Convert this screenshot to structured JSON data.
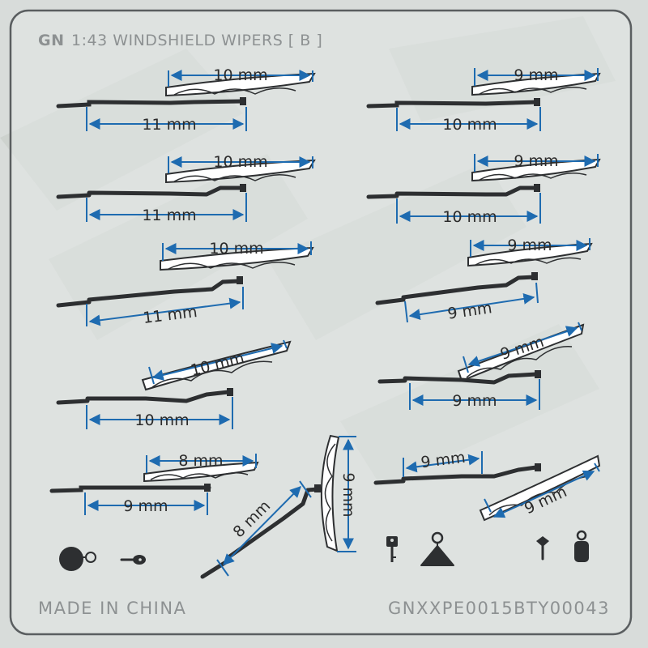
{
  "header": {
    "logo": "GN",
    "title": "1:43 WINDSHIELD WIPERS [ B ]"
  },
  "footer": {
    "origin": "MADE IN CHINA",
    "code": "GNXXPE0015BTY00043"
  },
  "left_sets": [
    {
      "blade_label": "10 mm",
      "arm_label": "11 mm"
    },
    {
      "blade_label": "10 mm",
      "arm_label": "11 mm"
    },
    {
      "blade_label": "10 mm",
      "arm_label": "11 mm"
    },
    {
      "blade_label": "10 mm",
      "arm_label": "10 mm"
    },
    {
      "blade_label": "8 mm",
      "arm_label": "9 mm"
    }
  ],
  "right_sets": [
    {
      "blade_label": "9 mm",
      "arm_label": "10 mm"
    },
    {
      "blade_label": "9 mm",
      "arm_label": "10 mm"
    },
    {
      "blade_label": "9 mm",
      "arm_label": "9 mm"
    },
    {
      "blade_label": "9 mm",
      "arm_label": "9 mm"
    },
    {
      "blade_label": "9 mm",
      "arm_label": "9 mm"
    }
  ],
  "vertical_set": {
    "blade_label": "9 mm",
    "arm_label": "8 mm"
  },
  "accessory_icons": [
    "round-mount-icon",
    "pin-icon",
    "key-icon",
    "triangle-tag-icon",
    "small-key-icon",
    "fob-icon"
  ],
  "colors": {
    "accent": "#1e6bb0",
    "frame": "#5a5e60",
    "background": "#d8dcda",
    "part": "#2d2f31",
    "text": "#8d9192"
  }
}
